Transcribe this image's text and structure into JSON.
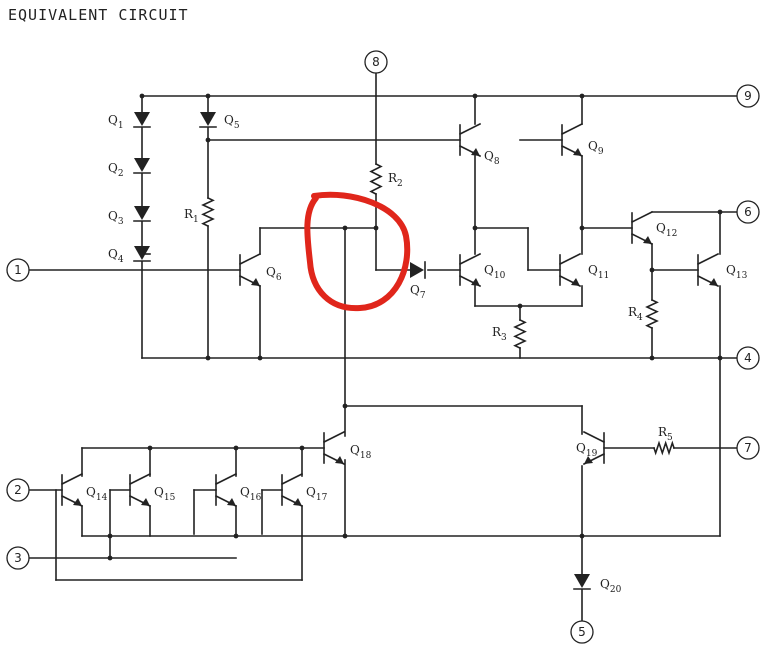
{
  "title": "EQUIVALENT CIRCUIT",
  "pins": [
    "1",
    "2",
    "3",
    "4",
    "5",
    "6",
    "7",
    "8",
    "9"
  ],
  "transistors": [
    {
      "base": "Q",
      "sub": "6"
    },
    {
      "base": "Q",
      "sub": "8"
    },
    {
      "base": "Q",
      "sub": "9"
    },
    {
      "base": "Q",
      "sub": "10"
    },
    {
      "base": "Q",
      "sub": "11"
    },
    {
      "base": "Q",
      "sub": "12"
    },
    {
      "base": "Q",
      "sub": "13"
    },
    {
      "base": "Q",
      "sub": "14"
    },
    {
      "base": "Q",
      "sub": "15"
    },
    {
      "base": "Q",
      "sub": "16"
    },
    {
      "base": "Q",
      "sub": "17"
    },
    {
      "base": "Q",
      "sub": "18"
    },
    {
      "base": "Q",
      "sub": "19"
    }
  ],
  "diodes": [
    {
      "base": "Q",
      "sub": "1"
    },
    {
      "base": "Q",
      "sub": "2"
    },
    {
      "base": "Q",
      "sub": "3"
    },
    {
      "base": "Q",
      "sub": "4"
    },
    {
      "base": "Q",
      "sub": "5"
    },
    {
      "base": "Q",
      "sub": "7"
    },
    {
      "base": "Q",
      "sub": "20"
    }
  ],
  "resistors": [
    {
      "base": "R",
      "sub": "1"
    },
    {
      "base": "R",
      "sub": "2"
    },
    {
      "base": "R",
      "sub": "3"
    },
    {
      "base": "R",
      "sub": "4"
    },
    {
      "base": "R",
      "sub": "5"
    }
  ],
  "colors": {
    "ink": "#222222",
    "annotation": "#e0261b"
  }
}
